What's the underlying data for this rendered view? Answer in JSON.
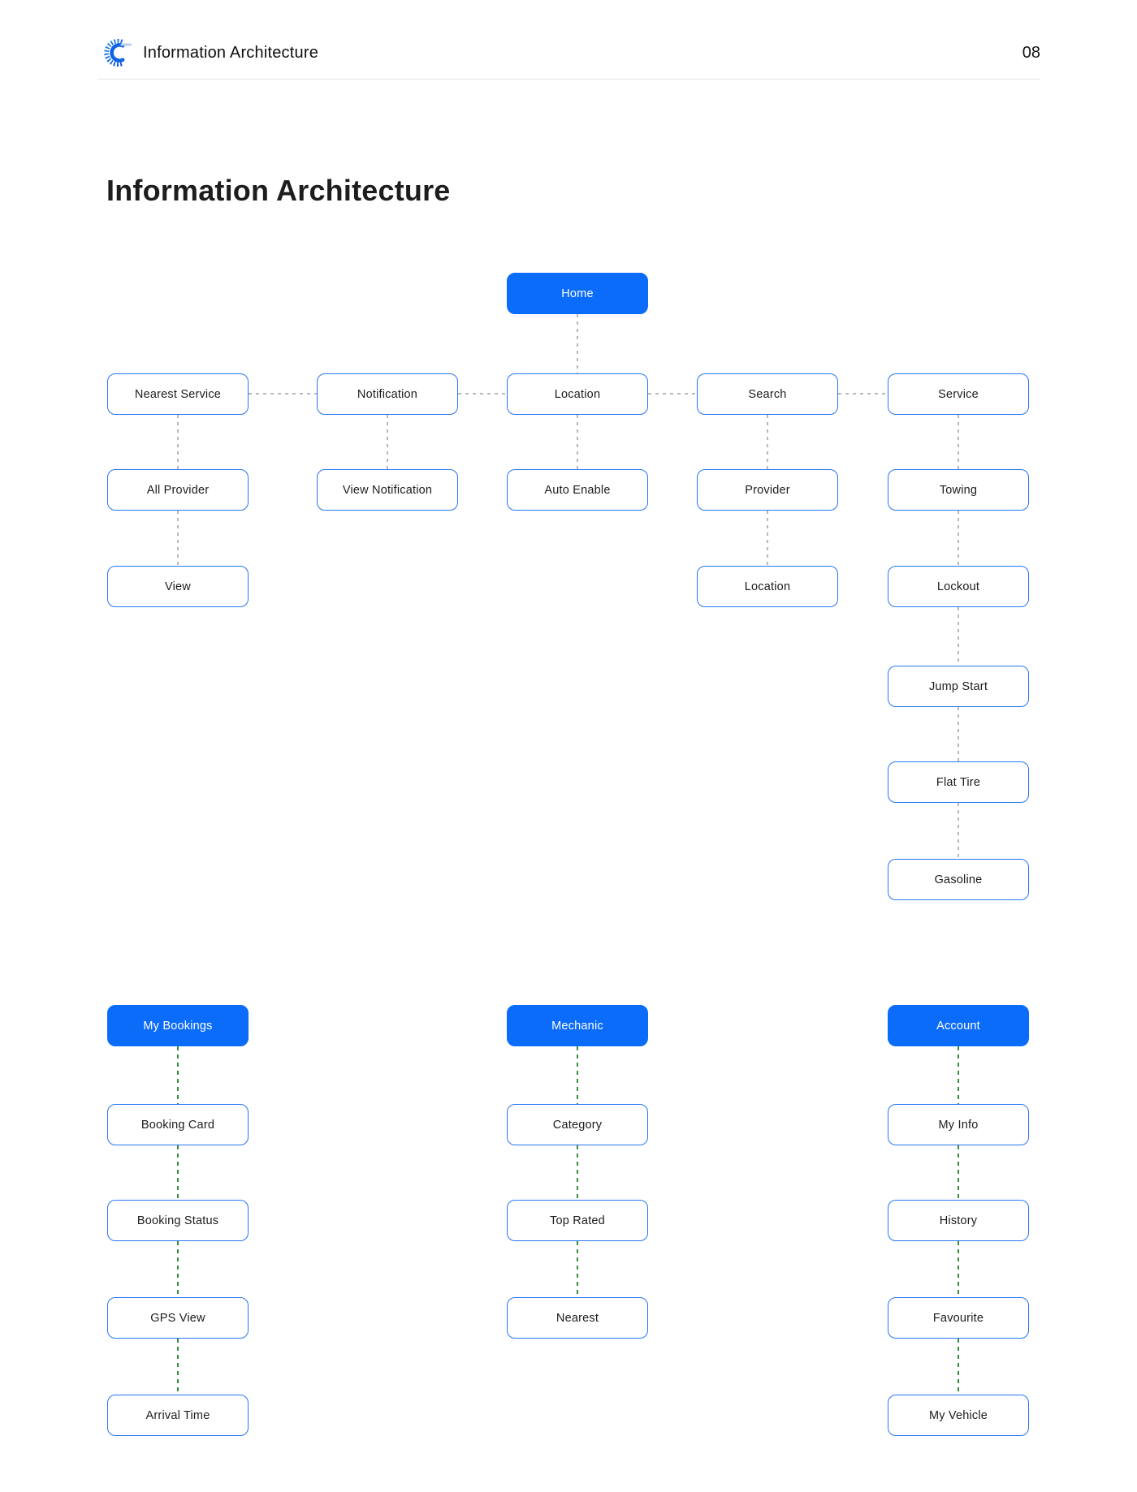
{
  "header": {
    "title": "Information Architecture",
    "page_number": "08",
    "logo_icon": "tire-logo-icon"
  },
  "main": {
    "title": "Information Architecture"
  },
  "colors": {
    "primary_blue": "#0b6cfa",
    "box_border_blue": "#2776f2",
    "connector_gray": "#b8b8b8",
    "connector_green": "#388e3c",
    "text_dark": "#1c1c1c"
  },
  "diagram": {
    "nodes": {
      "home": "Home",
      "nearest_service": "Nearest Service",
      "notification": "Notification",
      "location": "Location",
      "search": "Search",
      "service": "Service",
      "all_provider": "All Provider",
      "view_notification": "View Notification",
      "auto_enable": "Auto Enable",
      "provider": "Provider",
      "towing": "Towing",
      "view": "View",
      "search_location": "Location",
      "lockout": "Lockout",
      "jump_start": "Jump Start",
      "flat_tire": "Flat Tire",
      "gasoline": "Gasoline",
      "my_bookings": "My Bookings",
      "mechanic": "Mechanic",
      "account": "Account",
      "booking_card": "Booking Card",
      "booking_status": "Booking Status",
      "gps_view": "GPS View",
      "arrival_time": "Arrival Time",
      "category": "Category",
      "top_rated": "Top Rated",
      "nearest": "Nearest",
      "my_info": "My Info",
      "history": "History",
      "favourite": "Favourite",
      "my_vehicle": "My Vehicle"
    }
  }
}
